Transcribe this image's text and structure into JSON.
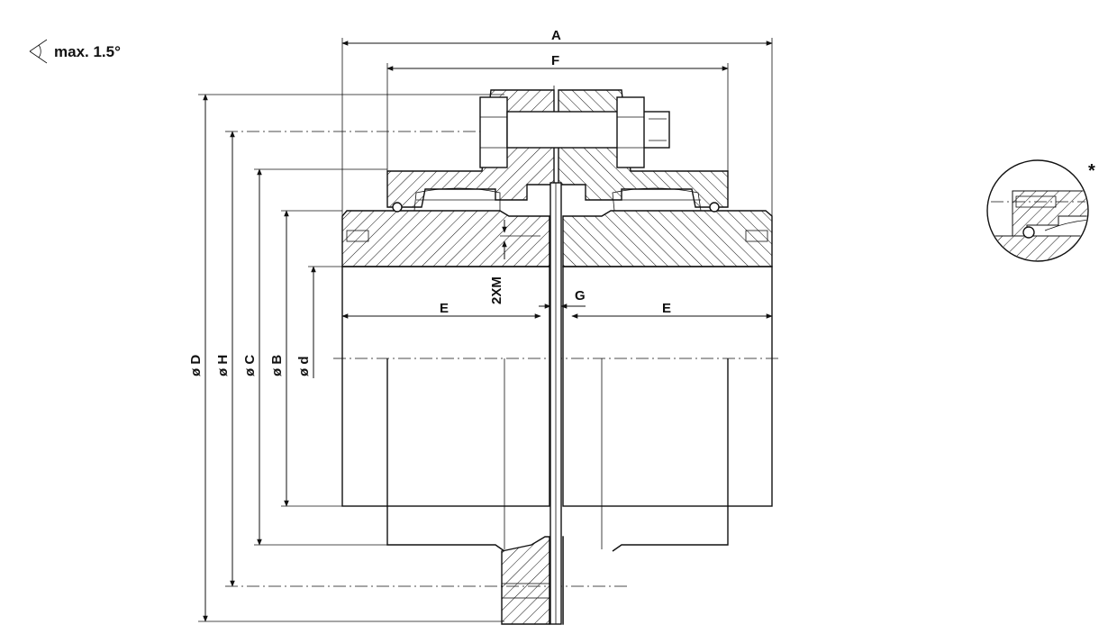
{
  "angle_note": {
    "text": "max. 1.5°"
  },
  "dimensions": {
    "A": "A",
    "F": "F",
    "D": "ø D",
    "H": "ø H",
    "C": "ø C",
    "B": "ø B",
    "d": "ø d",
    "E_left": "E",
    "E_right": "E",
    "G": "G",
    "XM": "2XM"
  },
  "detail": {
    "marker": "*"
  },
  "colors": {
    "line": "#111111",
    "background": "#ffffff"
  }
}
